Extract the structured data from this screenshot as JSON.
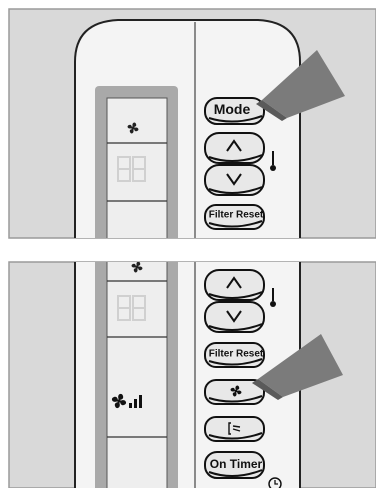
{
  "top_panel": {
    "mode_button": "Mode",
    "up_button": "up-arrow-icon",
    "down_button": "down-arrow-icon",
    "filter_reset_button": "Filter Reset",
    "display_icon": "fan-icon",
    "side_icon": "thermometer-icon",
    "pointer": "pointer-hand-icon"
  },
  "bottom_panel": {
    "up_button": "up-arrow-icon",
    "down_button": "down-arrow-icon",
    "filter_reset_button": "Filter Reset",
    "fan_button": "fan-icon",
    "airflow_button": "airflow-direction-icon",
    "on_timer_button": "On Timer",
    "display_icon_top": "fan-icon",
    "display_fan_speed": "fan-speed-icon",
    "side_icon": "thermometer-icon",
    "timer_icon": "clock-icon",
    "pointer": "pointer-hand-icon"
  },
  "colors": {
    "background": "#d9d9d9",
    "remote_body": "#f4f4f4",
    "display_frame": "#a9a9a9",
    "display_screen": "#eeeeee",
    "pointer": "#7b7b7b",
    "outline": "#222222"
  }
}
